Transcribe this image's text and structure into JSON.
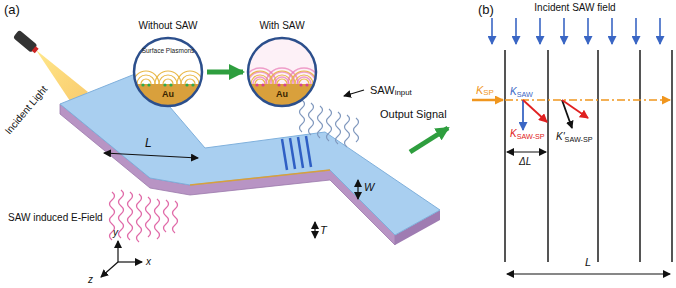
{
  "diagram": {
    "nodes": [
      {
        "text": [
          "Without SAW",
          "Surface Plasmons",
          "Au"
        ]
      },
      {
        "text": [
          "With SAW",
          "Au"
        ]
      }
    ],
    "edges": [
      {
        "from": 0,
        "to": 1,
        "arrow": "to"
      }
    ],
    "labels": [
      "(a)",
      "Incident Light",
      "SAW induced E-Field",
      "L",
      "W",
      "T",
      "SAW",
      "input",
      "Output Signal",
      "y",
      "z",
      "x",
      "(b)",
      "Incident SAW field",
      "K",
      "SP",
      "K",
      "SAW",
      "K",
      "SAW-SP",
      "K'",
      "SAW-SP",
      "ΔL",
      "L"
    ]
  }
}
